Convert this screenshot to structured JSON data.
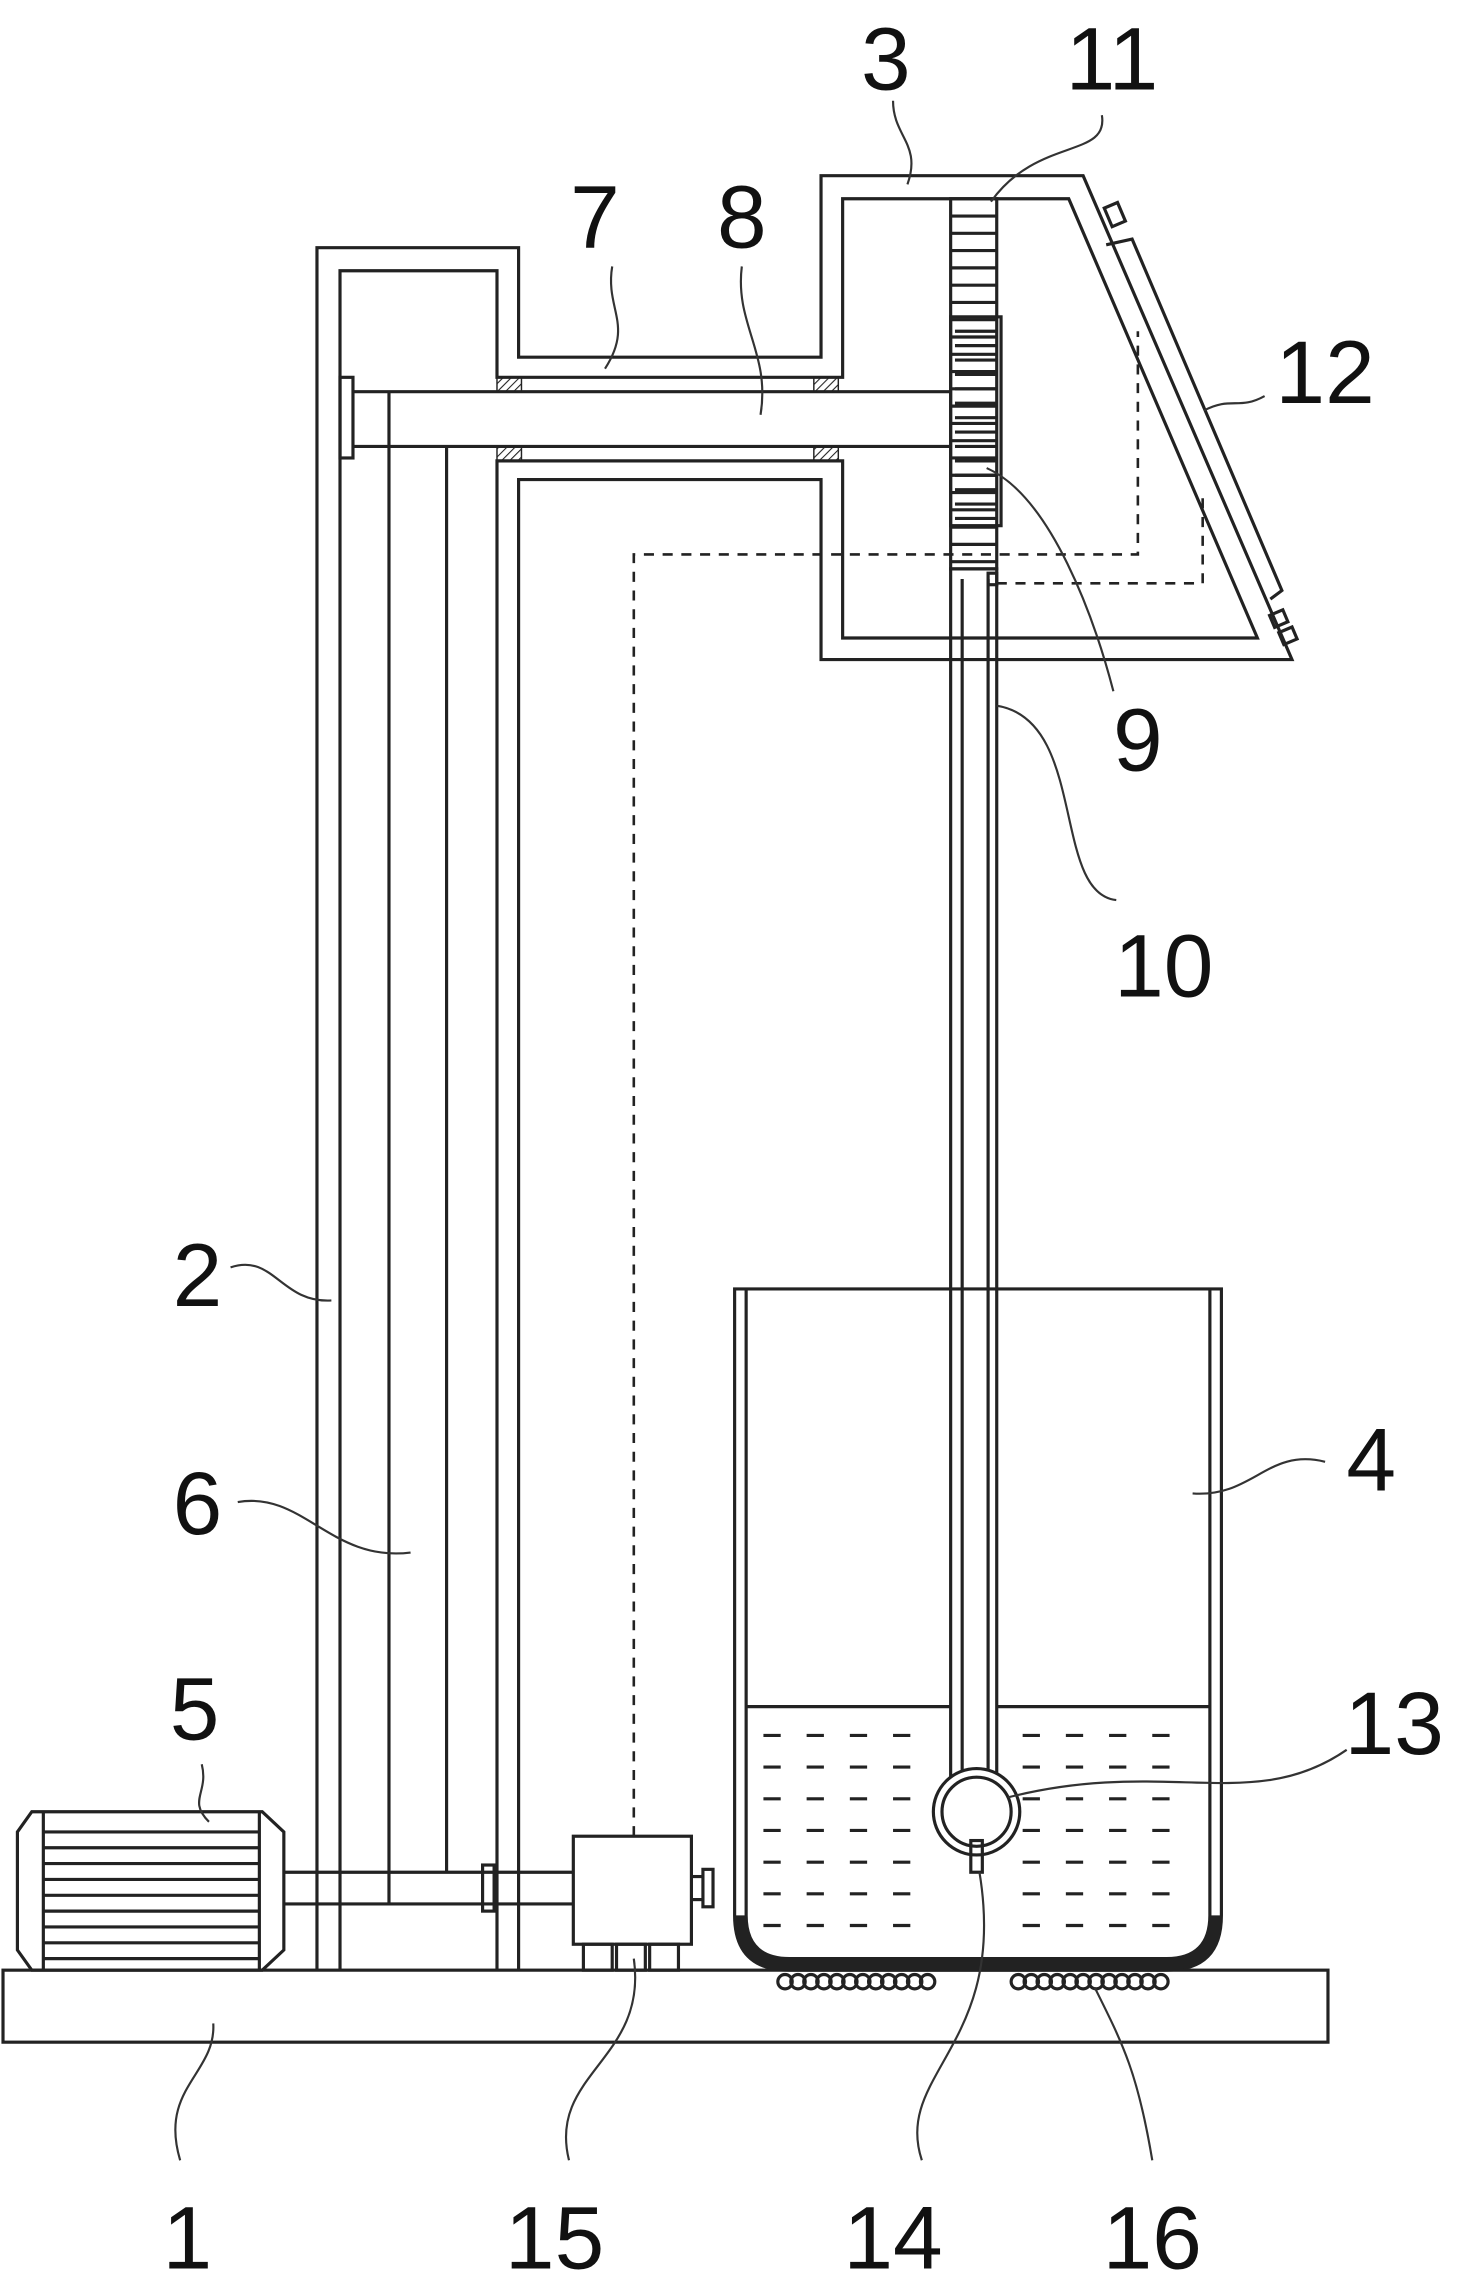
{
  "figure": {
    "labels": [
      "1",
      "2",
      "3",
      "4",
      "5",
      "6",
      "7",
      "8",
      "9",
      "10",
      "11",
      "12",
      "13",
      "14",
      "15",
      "16"
    ],
    "stroke_color": "#222222",
    "background": "#ffffff"
  }
}
